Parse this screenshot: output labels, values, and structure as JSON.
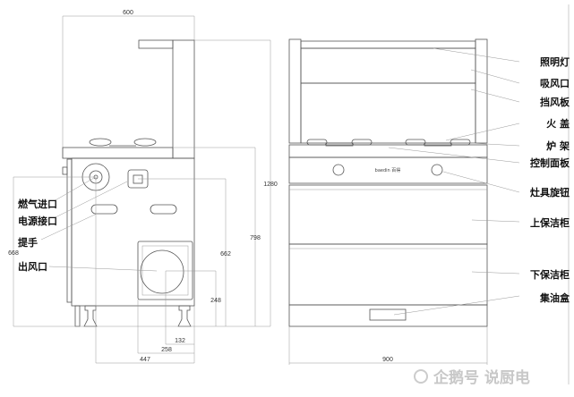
{
  "side_view": {
    "dimensions": {
      "width": "600",
      "total_height": "1280",
      "counter_height": "798",
      "gas_height": "668",
      "power_height": "662",
      "outlet_height": "248",
      "outlet_offset": "132",
      "box_offset": "258",
      "depth": "447"
    },
    "labels": {
      "gas_inlet": "燃气进口",
      "power_port": "电源接口",
      "handle": "提手",
      "air_outlet": "出风口"
    }
  },
  "front_view": {
    "brand": "baedin 百得",
    "dimensions": {
      "width": "900"
    },
    "labels": {
      "light": "照明灯",
      "suction": "吸风口",
      "baffle": "挡风板",
      "fire_cover": "火 盖",
      "grate": "炉 架",
      "control_panel": "控制面板",
      "knob": "灶具旋钮",
      "upper_cabinet": "上保洁柜",
      "lower_cabinet": "下保洁柜",
      "oil_box": "集油盒"
    }
  },
  "watermark": "企鹅号 说厨电"
}
